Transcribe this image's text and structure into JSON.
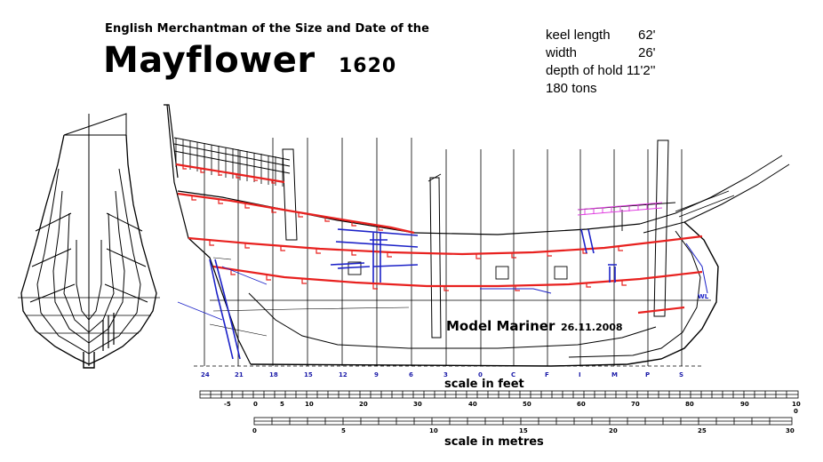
{
  "header": {
    "subtitle": "English Merchantman  of the  Size and Date of the",
    "title": "Mayflower",
    "year": "1620"
  },
  "specs": [
    {
      "label": "keel length",
      "value": "62'"
    },
    {
      "label": "width",
      "value": "26'"
    },
    {
      "label": "depth of hold",
      "value": "11'2''"
    },
    {
      "label": "180 tons",
      "value": ""
    }
  ],
  "watermark": {
    "name": "Model Mariner",
    "date": "26.11.2008"
  },
  "waterline_label": "WL",
  "stations": [
    "24",
    "21",
    "18",
    "15",
    "12",
    "9",
    "6",
    "3",
    "0",
    "C",
    "F",
    "I",
    "M",
    "P",
    "S"
  ],
  "scale_feet": {
    "label": "scale in feet",
    "ticks": [
      "-5",
      "0",
      "5",
      "10",
      "20",
      "30",
      "40",
      "50",
      "60",
      "70",
      "80",
      "90",
      "10"
    ],
    "extra_tick": "0"
  },
  "scale_metres": {
    "label": "scale in metres",
    "ticks": [
      "0",
      "5",
      "10",
      "15",
      "20",
      "25",
      "30"
    ]
  },
  "colors": {
    "line": "#000000",
    "red_wale": "#e8211f",
    "blue_detail": "#1c22c8",
    "magenta": "#e040e0"
  }
}
